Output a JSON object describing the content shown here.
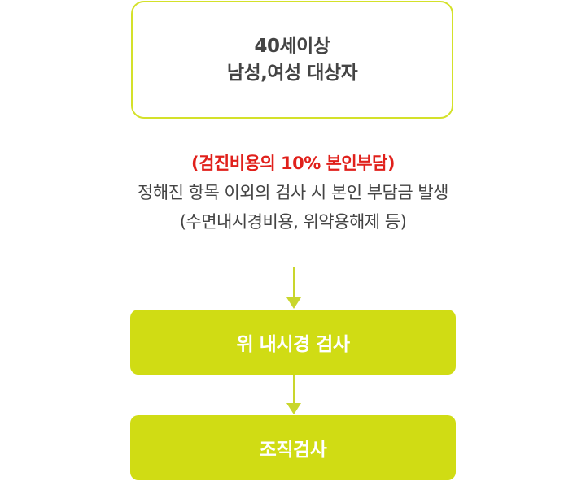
{
  "target_box": {
    "line1": "40세이상",
    "line2": "남성,여성 대상자"
  },
  "cost_note": {
    "highlight": "(검진비용의 10% 본인부담)",
    "line2": "정해진 항목 이외의 검사 시 본인 부담금 발생",
    "line3": "(수면내시경비용, 위약용해제 등)"
  },
  "steps": [
    {
      "label": "위 내시경 검사"
    },
    {
      "label": "조직검사"
    }
  ],
  "colors": {
    "accent": "#d0dc14",
    "outline": "#d4e12a",
    "highlight_text": "#e0201b",
    "body_text": "#444444"
  }
}
